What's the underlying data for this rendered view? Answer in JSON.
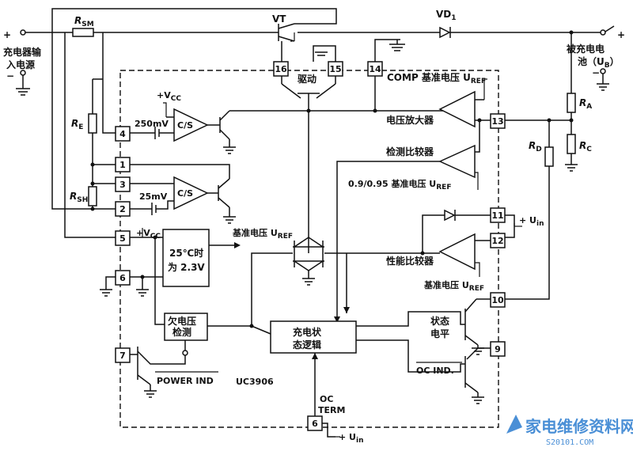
{
  "labels": {
    "r_sm": "R",
    "r_sm_sub": "SM",
    "vt": "VT",
    "vd1": "VD",
    "vd1_sub": "1",
    "input_line1": "充电器输",
    "input_line2": "入电源",
    "battery_line1": "被充电电",
    "battery_line2": "池（U",
    "battery_sub": "B",
    "battery_close": "）",
    "plus_left": "+",
    "minus_left": "−",
    "plus_right": "+",
    "minus_right": "−",
    "r_e": "R",
    "r_e_sub": "E",
    "r_sh": "R",
    "r_sh_sub": "SH",
    "r_a": "R",
    "r_a_sub": "A",
    "r_c": "R",
    "r_c_sub": "C",
    "r_d": "R",
    "r_d_sub": "D",
    "vcc_top": "+V",
    "vcc_top_sub": "CC",
    "vcc_left": "+V",
    "vcc_left_sub": "CC",
    "v250": "250mV",
    "v25": "25mV",
    "cs": "C/S",
    "drive": "驱动",
    "comp_ref": "COMP  基准电压 U",
    "ref_sub": "REF",
    "voltage_amp": "电压放大器",
    "detect_cmp": "检测比较器",
    "ref_095": "0.9/0.95 基准电压 U",
    "temp_line1": "25℃时",
    "temp_line2": "为 2.3V",
    "ref_voltage": "基准电压 U",
    "perf_cmp": "性能比较器",
    "ref_voltage2": "基准电压 U",
    "uin": "+ U",
    "uin_sub": "in",
    "uin2": "+ U",
    "uin2_sub": "in",
    "uvlo_line1": "欠电压",
    "uvlo_line2": "检测",
    "state_logic_line1": "充电状",
    "state_logic_line2": "态逻辑",
    "state_level_line1": "状态",
    "state_level_line2": "电平",
    "oc_ind": "OC  IND.",
    "power_ind": "POWER IND",
    "chip": "UC3906",
    "oc_term_line1": "OC",
    "oc_term_line2": "TERM"
  },
  "pins": [
    "1",
    "2",
    "3",
    "4",
    "5",
    "6",
    "7",
    "9",
    "10",
    "11",
    "12",
    "13",
    "14",
    "15",
    "16",
    "6"
  ],
  "watermark": {
    "text": "家电维修资料网",
    "url": "S20101.COM"
  }
}
